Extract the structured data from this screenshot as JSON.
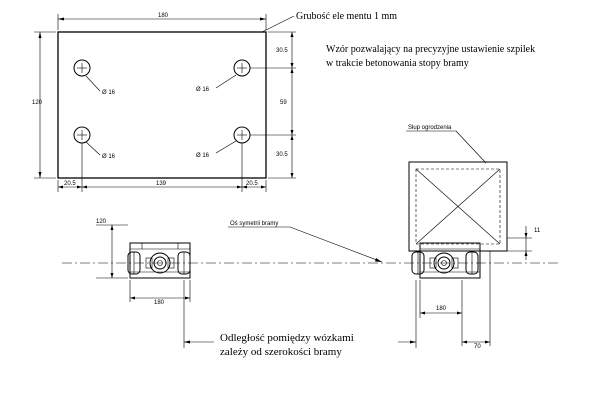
{
  "labels": {
    "thickness": "Grubość ele   mentu 1 mm",
    "description_line1": "Wzór pozwalający na precyzyjne ustawienie szpilek",
    "description_line2": "w trakcie betonowania stopy bramy",
    "gate_axis": "Oś symetrii bramy",
    "post": "Słup ogrodzenia",
    "distance_line1": "Odległość pomiędzy wózkami",
    "distance_line2": "zależy od szerokości bramy"
  },
  "dimensions": {
    "plate_width": "180",
    "plate_height": "120",
    "hole_spacing_x": "139",
    "edge_left": "20.5",
    "edge_right": "20.5",
    "edge_top": "30.5",
    "edge_bottom": "30.5",
    "hole_spacing_y": "59",
    "hole_diameter_1": "Ø 16",
    "hole_diameter_2": "Ø 16",
    "hole_diameter_3": "Ø 16",
    "hole_diameter_4": "Ø 16",
    "left_cart_height": "120",
    "left_cart_width": "180",
    "right_cart_width": "180",
    "right_offset": "70",
    "post_gap": "11"
  }
}
